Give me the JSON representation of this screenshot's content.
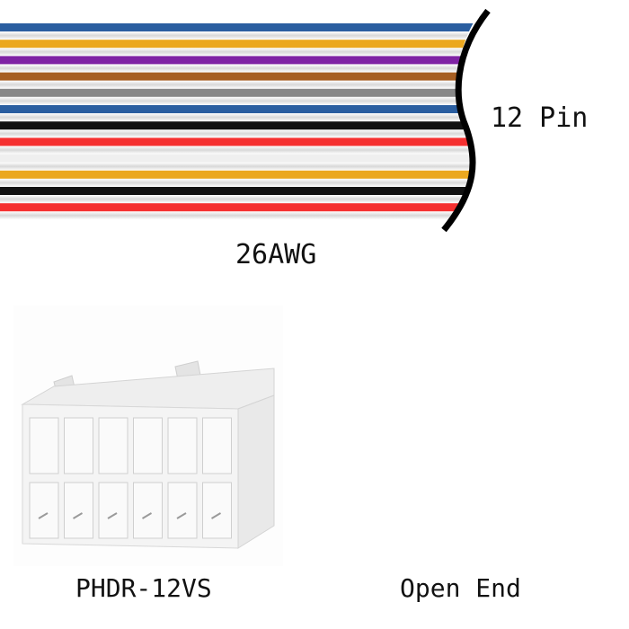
{
  "cable": {
    "pin_count_label": "12 Pin",
    "gauge_label": "26AWG",
    "wire_colors": [
      "#2a5ea0",
      "#eba81f",
      "#7f23a4",
      "#a65e22",
      "#888888",
      "#2a5ea0",
      "#111111",
      "#f53030",
      "#efefef",
      "#eba81f",
      "#111111",
      "#f53030"
    ]
  },
  "ends": {
    "connector_label": "PHDR-12VS",
    "other_end_label": "Open End"
  }
}
